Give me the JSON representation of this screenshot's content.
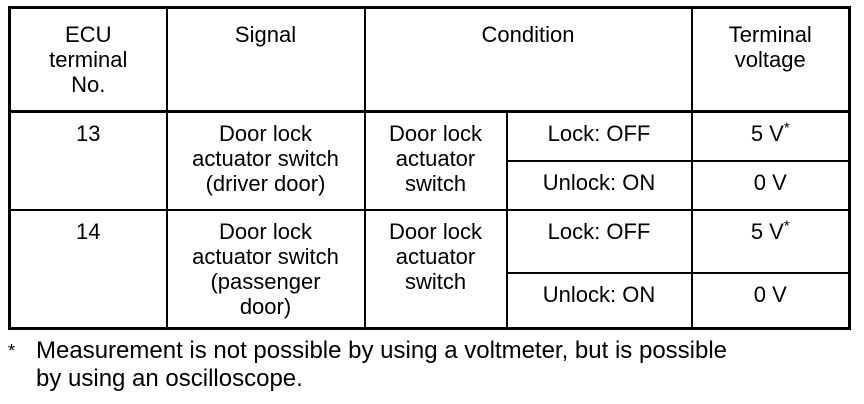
{
  "colors": {
    "background": "#ffffff",
    "ink": "#000000"
  },
  "table": {
    "headers": {
      "ecu_terminal": "ECU\nterminal\nNo.",
      "signal": "Signal",
      "condition": "Condition",
      "terminal_voltage": "Terminal\nvoltage"
    },
    "rows": [
      {
        "terminal_no": "13",
        "signal": "Door lock\nactuator switch\n(driver door)",
        "condition_device": "Door lock\nactuator\nswitch",
        "states": [
          {
            "condition": "Lock: OFF",
            "voltage": "5 V",
            "voltage_note": "*"
          },
          {
            "condition": "Unlock: ON",
            "voltage": "0 V",
            "voltage_note": ""
          }
        ]
      },
      {
        "terminal_no": "14",
        "signal": "Door lock\nactuator switch\n(passenger\ndoor)",
        "condition_device": "Door lock\nactuator\nswitch",
        "states": [
          {
            "condition": "Lock: OFF",
            "voltage": "5 V",
            "voltage_note": "*"
          },
          {
            "condition": "Unlock: ON",
            "voltage": "0 V",
            "voltage_note": ""
          }
        ]
      }
    ]
  },
  "footnote": {
    "marker": "*",
    "text": "Measurement is not possible by using a voltmeter, but is possible\nby using an oscilloscope."
  }
}
